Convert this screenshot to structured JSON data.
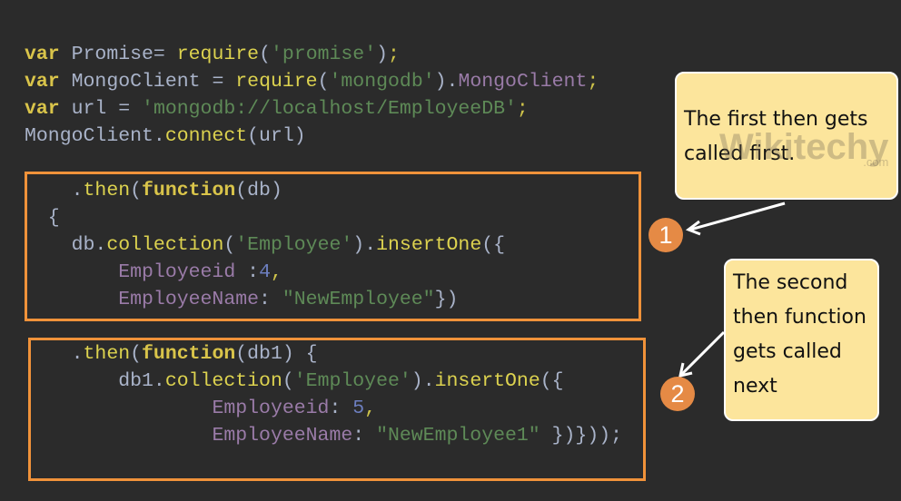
{
  "code_lines": [
    [
      [
        "var",
        "kw"
      ],
      [
        " Promise= ",
        "plain"
      ],
      [
        "require",
        "fn"
      ],
      [
        "(",
        "plain"
      ],
      [
        "'promise'",
        "str"
      ],
      [
        ")",
        "plain"
      ],
      [
        ";",
        "punc"
      ]
    ],
    [
      [
        "var",
        "kw"
      ],
      [
        " MongoClient = ",
        "plain"
      ],
      [
        "require",
        "fn"
      ],
      [
        "(",
        "plain"
      ],
      [
        "'mongodb'",
        "str"
      ],
      [
        ").",
        "plain"
      ],
      [
        "MongoClient",
        "prop"
      ],
      [
        ";",
        "punc"
      ]
    ],
    [
      [
        "var",
        "kw"
      ],
      [
        " url = ",
        "plain"
      ],
      [
        "'mongodb://localhost/EmployeeDB'",
        "str"
      ],
      [
        ";",
        "punc"
      ]
    ],
    [
      [
        "MongoClient.",
        "plain"
      ],
      [
        "connect",
        "fn"
      ],
      [
        "(url)",
        "plain"
      ]
    ],
    [],
    [
      [
        "    .",
        "plain"
      ],
      [
        "then",
        "fn"
      ],
      [
        "(",
        "plain"
      ],
      [
        "function",
        "kw"
      ],
      [
        "(db)",
        "plain"
      ]
    ],
    [
      [
        "  {",
        "plain"
      ]
    ],
    [
      [
        "    db.",
        "plain"
      ],
      [
        "collection",
        "fn"
      ],
      [
        "(",
        "plain"
      ],
      [
        "'Employee'",
        "str"
      ],
      [
        ").",
        "plain"
      ],
      [
        "insertOne",
        "fn"
      ],
      [
        "({",
        "plain"
      ]
    ],
    [
      [
        "        ",
        "plain"
      ],
      [
        "Employeeid",
        "prop"
      ],
      [
        " :",
        "plain"
      ],
      [
        "4",
        "num"
      ],
      [
        ",",
        "punc"
      ]
    ],
    [
      [
        "        ",
        "plain"
      ],
      [
        "EmployeeName",
        "prop"
      ],
      [
        ": ",
        "plain"
      ],
      [
        "\"NewEmployee\"",
        "str"
      ],
      [
        "})",
        "plain"
      ]
    ],
    [],
    [
      [
        "    .",
        "plain"
      ],
      [
        "then",
        "fn"
      ],
      [
        "(",
        "plain"
      ],
      [
        "function",
        "kw"
      ],
      [
        "(db1) {",
        "plain"
      ]
    ],
    [
      [
        "        db1.",
        "plain"
      ],
      [
        "collection",
        "fn"
      ],
      [
        "(",
        "plain"
      ],
      [
        "'Employee'",
        "str"
      ],
      [
        ").",
        "plain"
      ],
      [
        "insertOne",
        "fn"
      ],
      [
        "({",
        "plain"
      ]
    ],
    [
      [
        "                ",
        "plain"
      ],
      [
        "Employeeid",
        "prop"
      ],
      [
        ": ",
        "plain"
      ],
      [
        "5",
        "num"
      ],
      [
        ",",
        "punc"
      ]
    ],
    [
      [
        "                ",
        "plain"
      ],
      [
        "EmployeeName",
        "prop"
      ],
      [
        ": ",
        "plain"
      ],
      [
        "\"NewEmployee1\"",
        "str"
      ],
      [
        " })}));",
        "plain"
      ]
    ]
  ],
  "notes": {
    "first": "The first then gets called first.",
    "second": "The second then function gets called next"
  },
  "badges": {
    "one": "1",
    "two": "2"
  },
  "watermark": {
    "text": "Wikitechy",
    "domain": ".com"
  },
  "colors": {
    "background": "#2b2b2b",
    "highlight_box": "#f0923a",
    "note_bg": "#fce59c",
    "badge": "#e58a45"
  }
}
